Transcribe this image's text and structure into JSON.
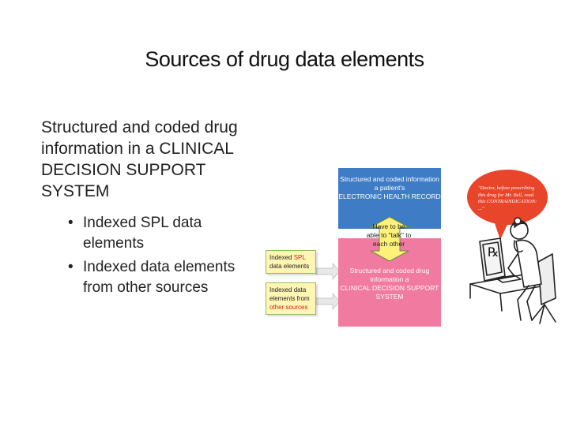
{
  "slide": {
    "title": "Sources of drug data elements",
    "lead": "Structured and coded drug information in a CLINICAL DECISION SUPPORT SYSTEM",
    "bullets": [
      "Indexed SPL data elements",
      "Indexed data elements from other sources"
    ]
  },
  "diagram": {
    "ehr_box": {
      "line1": "Structured and coded information a patient's",
      "line2": "ELECTRONIC HEALTH RECORD"
    },
    "talk_arrow": "Have to be able to \"talk\" to each other",
    "cds_box": {
      "line1": "Structured and coded drug information a",
      "line2": "CLINICAL DECISION SUPPORT SYSTEM"
    },
    "spl_card": {
      "prefix": "Indexed ",
      "highlight": "SPL",
      "suffix": "data elements"
    },
    "other_card": {
      "prefix": "Indexed data elements from",
      "highlight": "other sources"
    },
    "speech_bubble": "\"Doctor, before prescribing this drug for Mr. Bell, read this CONTRAINDICATION: ...\"",
    "prescription_symbol": "℞",
    "colors": {
      "ehr_blue": "#3f7cc6",
      "cds_pink": "#f07aa0",
      "arrow_yellow": "#fff27a",
      "card_yellow": "#fff6b3",
      "bubble_red": "#e8452a",
      "highlight_yellow": "#ffe36b",
      "highlight_red": "#d0202a"
    },
    "icons": [
      "doctor-at-computer-illustration",
      "double-arrow-icon",
      "arrow-icon"
    ]
  }
}
